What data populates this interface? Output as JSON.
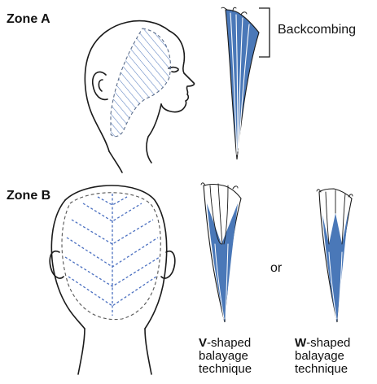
{
  "zone_a": {
    "label": "Zone A",
    "annotation": "Backcombing"
  },
  "zone_b": {
    "label": "Zone B",
    "separator": "or",
    "v_technique": {
      "letter": "V",
      "suffix": "-shaped",
      "line2": "balayage",
      "line3": "technique"
    },
    "w_technique": {
      "letter": "W",
      "suffix": "-shaped",
      "line2": "balayage",
      "line3": "technique"
    }
  },
  "colors": {
    "hair_blue": "#4a78b8",
    "outline": "#1a1a1a",
    "hatch": "#5a7fc0"
  }
}
